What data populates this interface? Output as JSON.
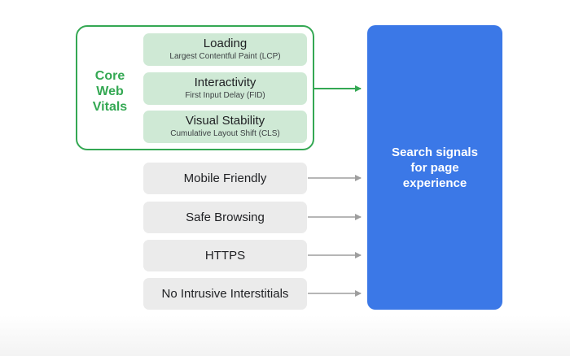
{
  "core_web_vitals": {
    "label": "Core\nWeb\nVitals",
    "metrics": [
      {
        "title": "Loading",
        "subtitle": "Largest Contentful Paint (LCP)"
      },
      {
        "title": "Interactivity",
        "subtitle": "First Input Delay (FID)"
      },
      {
        "title": "Visual Stability",
        "subtitle": "Cumulative Layout Shift (CLS)"
      }
    ]
  },
  "other_signals": [
    {
      "label": "Mobile Friendly"
    },
    {
      "label": "Safe Browsing"
    },
    {
      "label": "HTTPS"
    },
    {
      "label": "No Intrusive Interstitials"
    }
  ],
  "target": {
    "label": "Search signals\nfor page\nexperience"
  },
  "colors": {
    "green_accent": "#34a853",
    "green_fill": "#cfe9d5",
    "gray_fill": "#ebebeb",
    "blue_fill": "#3b78e7",
    "gray_arrow": "#9e9e9e"
  }
}
